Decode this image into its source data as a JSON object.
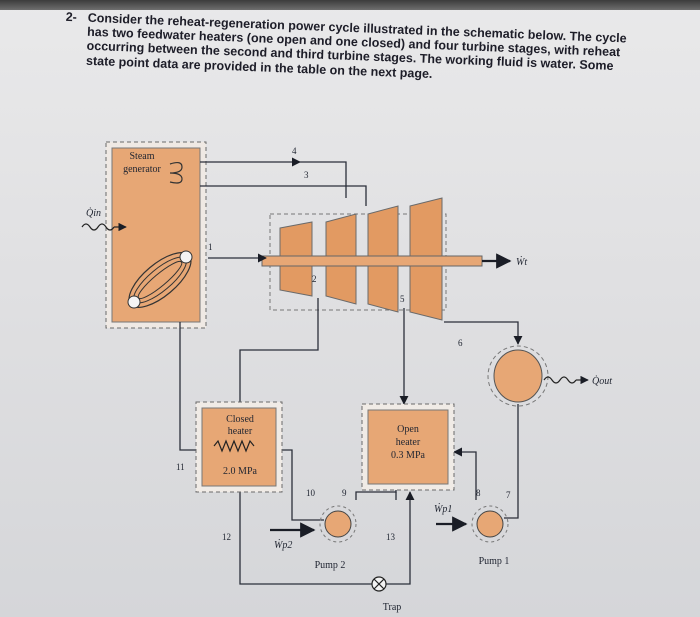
{
  "problem": {
    "number": "2-",
    "text": "Consider the reheat-regeneration power cycle illustrated in the schematic below. The cycle has two feedwater heaters (one open and one closed) and four turbine stages, with reheat occurring between the second and third turbine stages. The working fluid is water. Some state point data are provided in the table on the next page."
  },
  "schematic": {
    "steam_generator_line1": "Steam",
    "steam_generator_line2": "generator",
    "q_in": "Q̇in",
    "q_out": "Q̇out",
    "w_t": "Ẇt",
    "w_p1": "Ẇp1",
    "w_p2": "Ẇp2",
    "closed_heater_line1": "Closed",
    "closed_heater_line2": "heater",
    "closed_heater_pressure": "2.0 MPa",
    "open_heater_line1": "Open",
    "open_heater_line2": "heater",
    "open_heater_pressure": "0.3 MPa",
    "pump1": "Pump 1",
    "pump2": "Pump 2",
    "trap": "Trap",
    "states": [
      "1",
      "2",
      "3",
      "4",
      "5",
      "6",
      "7",
      "8",
      "9",
      "10",
      "11",
      "12",
      "13"
    ]
  },
  "colors": {
    "component_fill": "#e7a775",
    "pipe": "#2b2f3a",
    "arrow": "#1a1d26"
  }
}
